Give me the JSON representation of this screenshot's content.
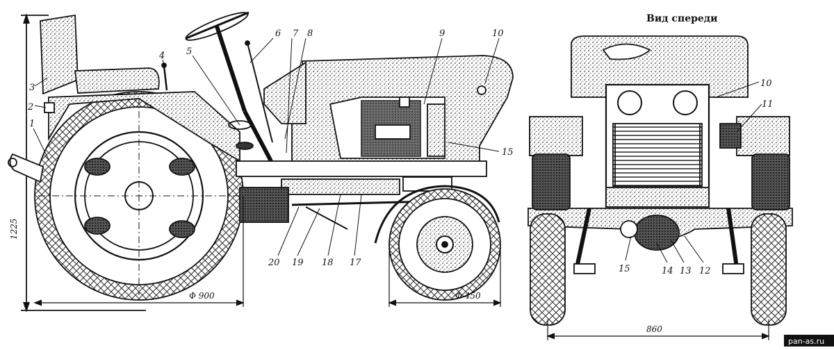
{
  "front_view": {
    "title": "Вид спереди"
  },
  "side_labels": [
    "1",
    "2",
    "3",
    "4",
    "5",
    "6",
    "7",
    "8",
    "9",
    "10",
    "15",
    "17",
    "18",
    "19",
    "20"
  ],
  "front_labels": [
    "10",
    "11",
    "15",
    "14",
    "13",
    "12"
  ],
  "dimensions": {
    "height": "1225",
    "rear_wheel": "Ф 900",
    "front_wheel": "Ф 450",
    "track": "860"
  },
  "watermark": "pan-as.ru"
}
